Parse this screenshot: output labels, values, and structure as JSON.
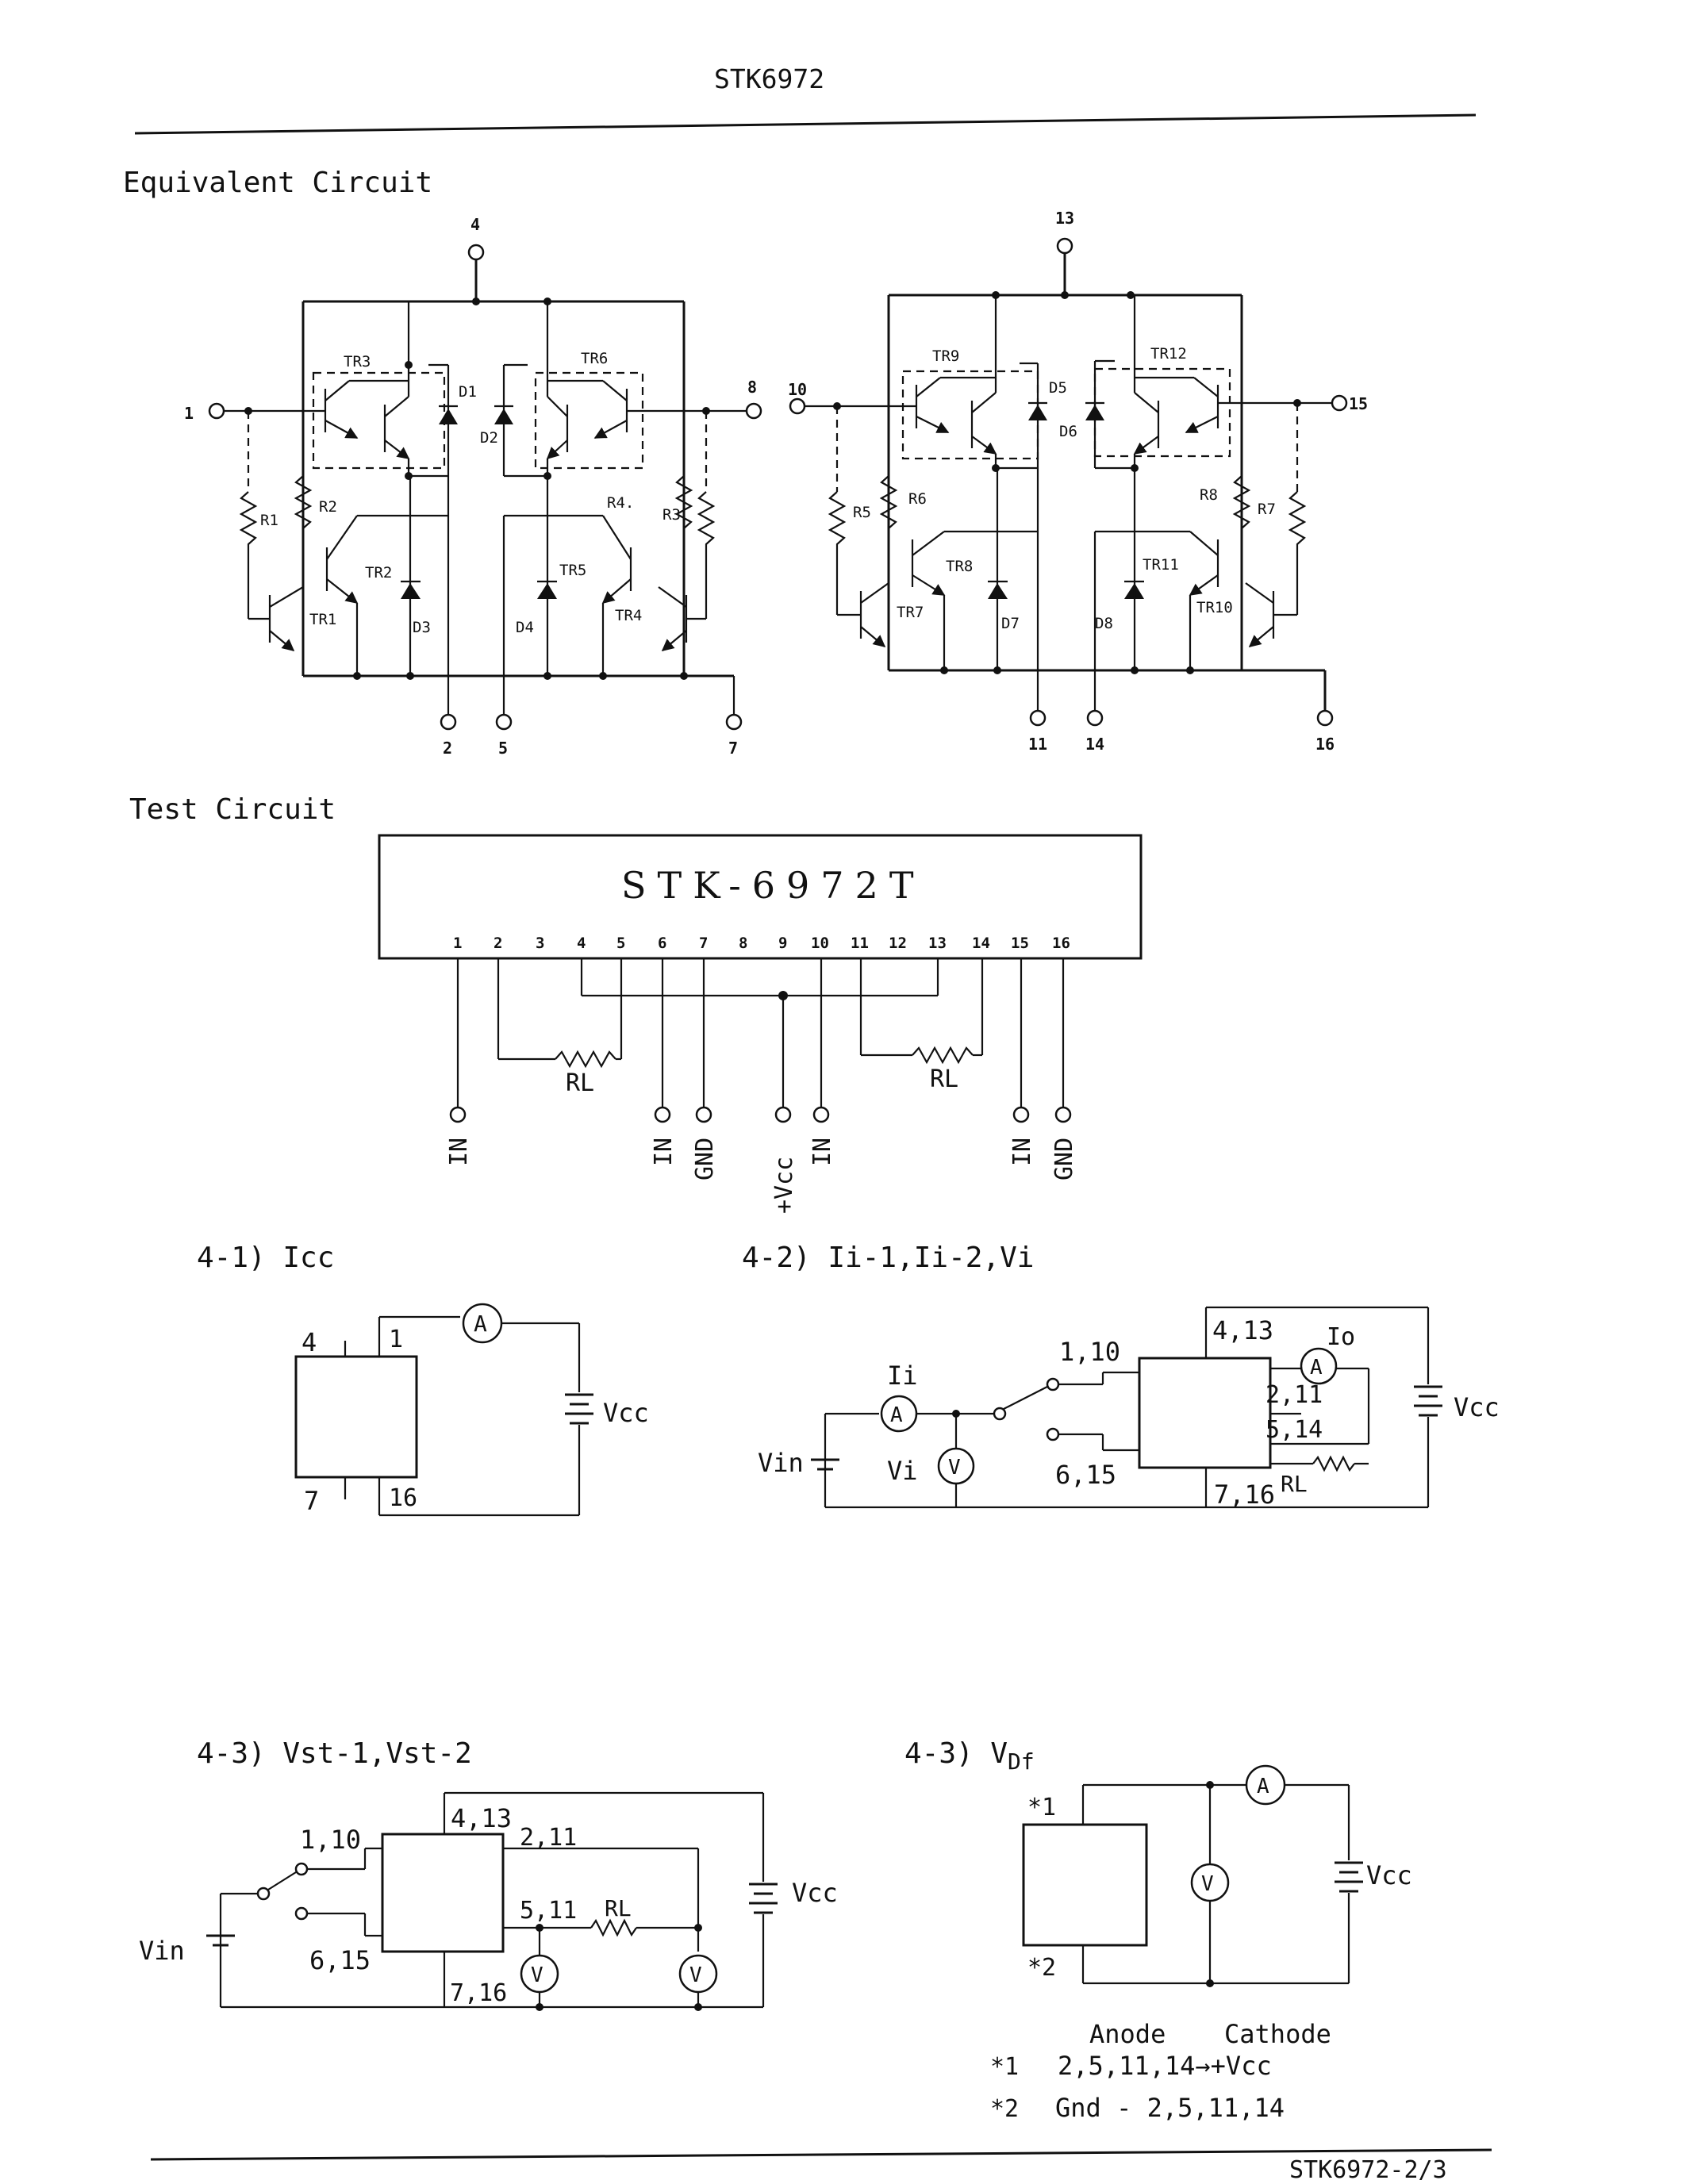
{
  "header": {
    "title": "STK6972"
  },
  "footer": {
    "page": "STK6972-2/3"
  },
  "sections": {
    "equivalent": "Equivalent Circuit",
    "test": "Test Circuit",
    "s41": "4-1) Icc",
    "s42": "4-2) Ii-1,Ii-2,Vi",
    "s43a": "4-3) Vst-1,Vst-2",
    "s43b_prefix": "4-3) V",
    "s43b_sub": "Df"
  },
  "equivalent": {
    "left": {
      "pins": [
        "4",
        "1",
        "8",
        "2",
        "5",
        "7"
      ],
      "parts": [
        "TR3",
        "TR6",
        "D1",
        "D2",
        "R1",
        "R2",
        "R4.",
        "R3",
        "TR2",
        "TR5",
        "TR1",
        "TR4",
        "D3",
        "D4"
      ]
    },
    "right": {
      "pins": [
        "13",
        "10",
        "15",
        "11",
        "14",
        "16"
      ],
      "parts": [
        "TR9",
        "TR12",
        "D5",
        "D6",
        "R5",
        "R6",
        "R8",
        "R7",
        "TR8",
        "TR11",
        "TR7",
        "TR10",
        "D7",
        "D8"
      ]
    }
  },
  "test_circuit": {
    "ic_label": "STK-6972T",
    "pin_numbers": [
      "1",
      "2",
      "3",
      "4",
      "5",
      "6",
      "7",
      "8",
      "9",
      "10",
      "11",
      "12",
      "13",
      "14",
      "15",
      "16"
    ],
    "rl": "RL",
    "terminals": [
      "IN",
      "IN",
      "GND",
      "+Vcc",
      "IN",
      "IN",
      "GND"
    ]
  },
  "c41": {
    "pin_tl": "4",
    "pin_tr": "1",
    "pin_bl": "7",
    "pin_br": "16",
    "meter": "A",
    "supply": "Vcc"
  },
  "c42": {
    "ii": "Ii",
    "meter_a": "A",
    "vin": "Vin",
    "vi": "Vi",
    "meter_v": "V",
    "p110": "1,10",
    "p615": "6,15",
    "p413": "4,13",
    "io": "Io",
    "meter_io": "A",
    "p211": "2,11",
    "p514": "5,14",
    "p716": "7,16",
    "rl": "RL",
    "vcc": "Vcc"
  },
  "c43a": {
    "p110": "1,10",
    "vin": "Vin",
    "p615": "6,15",
    "p413": "4,13",
    "p211": "2,11",
    "p511": "5,11",
    "rl": "RL",
    "p716": "7,16",
    "meter_v": "V",
    "vcc": "Vcc"
  },
  "c43b": {
    "star1": "*1",
    "star2": "*2",
    "meter_a": "A",
    "meter_v": "V",
    "vcc": "Vcc",
    "anode": "Anode",
    "cathode": "Cathode",
    "row1_mark": "*1",
    "row1_text": "2,5,11,14→+Vcc",
    "row2_mark": "*2",
    "row2_text": "Gnd - 2,5,11,14"
  }
}
